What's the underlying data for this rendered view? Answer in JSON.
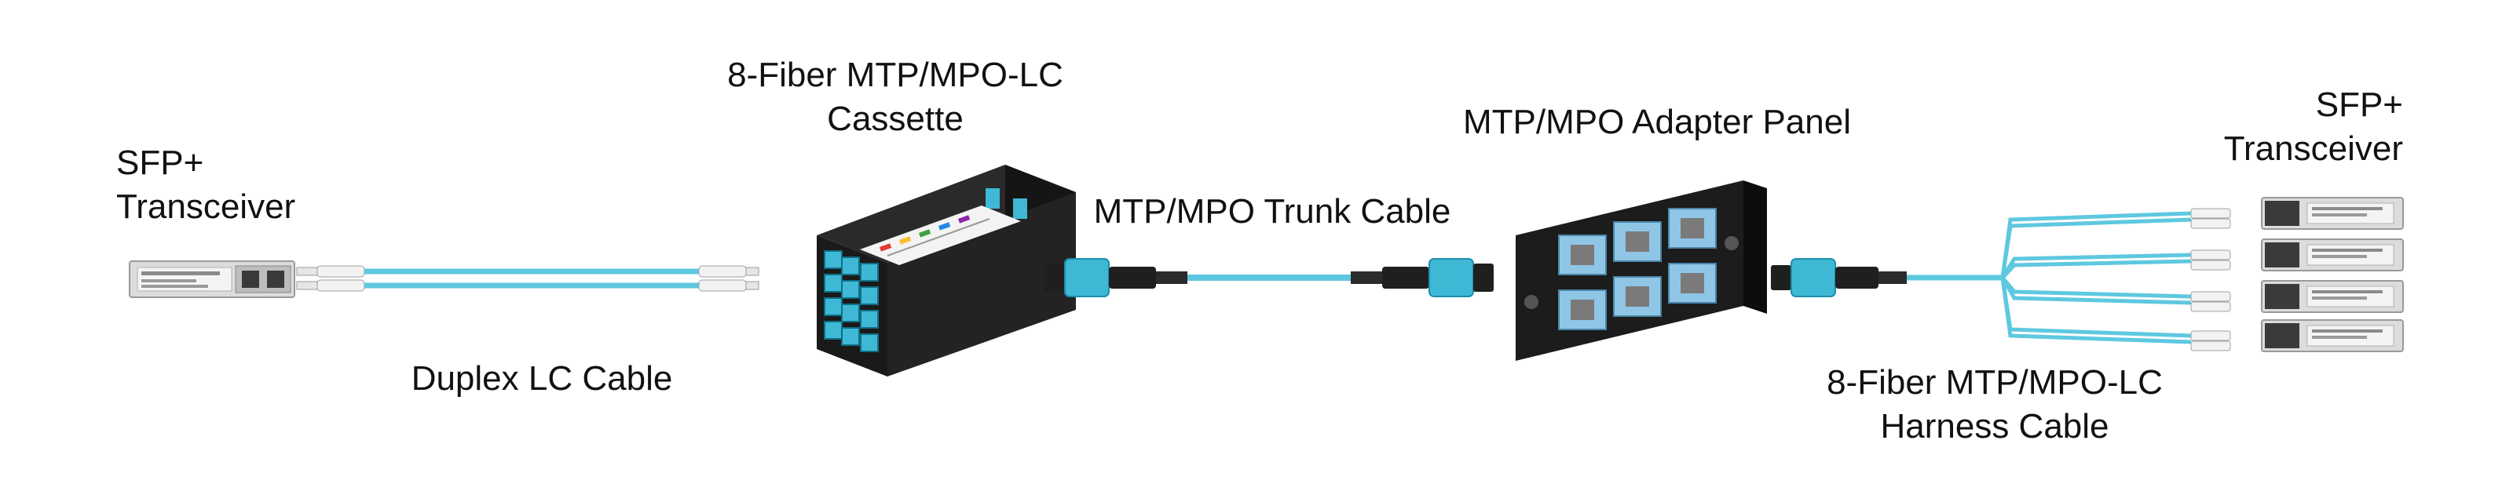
{
  "labels": {
    "sfp_left": [
      "SFP+",
      "Transceiver"
    ],
    "cassette": [
      "8-Fiber MTP/MPO-LC",
      "Cassette"
    ],
    "trunk_cable": "MTP/MPO Trunk Cable",
    "adapter_panel": "MTP/MPO Adapter Panel",
    "sfp_right": [
      "SFP+",
      "Transceiver"
    ],
    "duplex_cable": "Duplex LC Cable",
    "harness_cable": [
      "8-Fiber MTP/MPO-LC",
      "Harness Cable"
    ]
  },
  "colors": {
    "fiber_aqua": "#5ec8e0",
    "connector_aqua": "#3fb8d6",
    "adapter_blue": "#8fc6e6",
    "panel_black": "#1c1c1c",
    "metal": "#d9d9d9",
    "text": "#111111"
  },
  "icons": [
    "sfp-transceiver-icon",
    "lc-connector-icon",
    "mtp-connector-icon",
    "cassette-icon",
    "adapter-panel-icon"
  ]
}
